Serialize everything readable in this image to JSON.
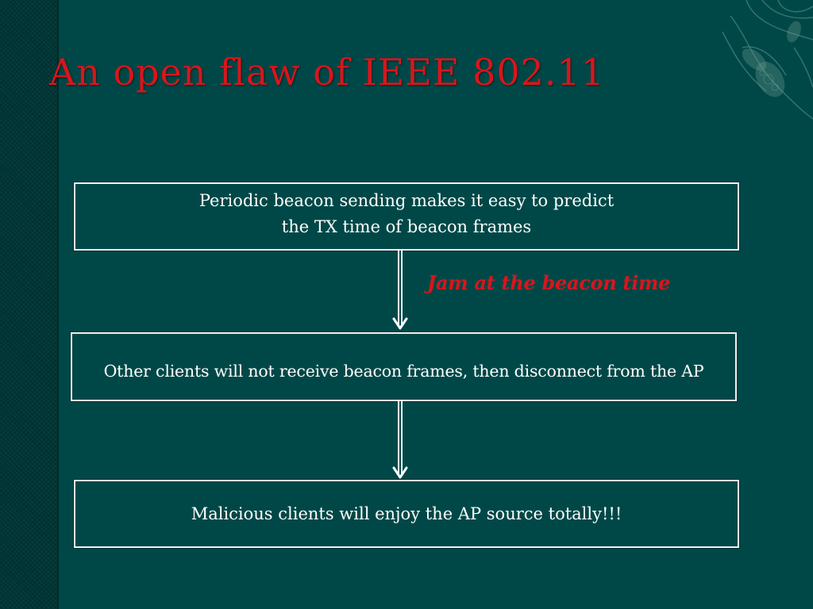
{
  "slide": {
    "title": "An open flaw of IEEE 802.11",
    "title_color": "#d8161c",
    "background_color": "#004848"
  },
  "diagram": {
    "steps": [
      {
        "line1": "Periodic beacon sending makes it easy to predict",
        "line2": "the TX time of beacon frames"
      },
      {
        "text": "Other clients will not receive beacon frames, then disconnect from the AP"
      },
      {
        "text": "Malicious clients will enjoy the AP source totally!!!"
      }
    ],
    "annotation": "Jam at the beacon time",
    "annotation_color": "#d8161c",
    "arrow_icon": "down-arrow-icon"
  }
}
